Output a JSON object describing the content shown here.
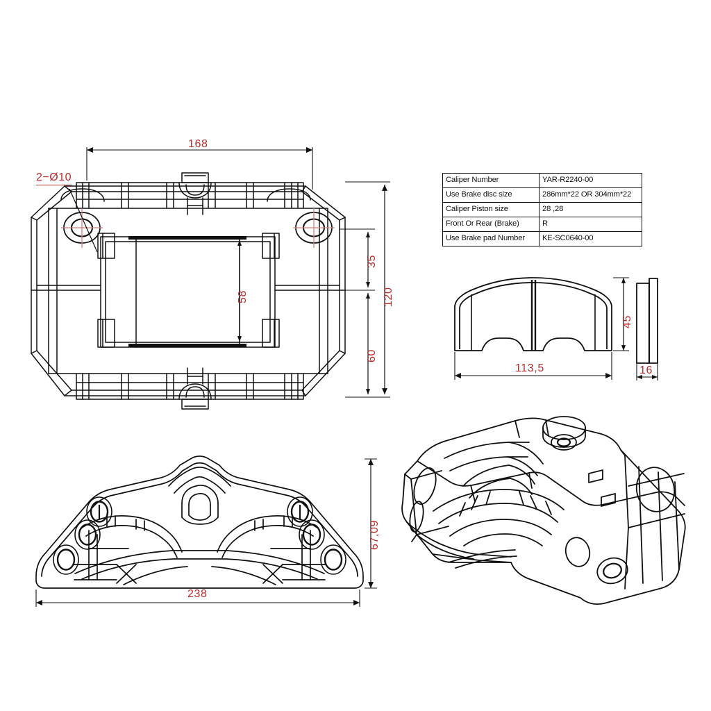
{
  "document": {
    "title": "Brake Caliper Technical Drawing",
    "background_color": "#ffffff",
    "line_color": "#101010",
    "dimension_color": "#b92b2b"
  },
  "spec_table": {
    "name": "caliper-specification-table",
    "rows": [
      {
        "label": "Caliper Number",
        "value": "YAR-R2240-00"
      },
      {
        "label": "Use Brake disc  size",
        "value": "286mm*22 OR 304mm*22"
      },
      {
        "label": "Caliper Piston size",
        "value": "28 ,28"
      },
      {
        "label": "Front Or Rear (Brake)",
        "value": "R"
      },
      {
        "label": "Use Brake  pad Number",
        "value": "KE-SC0640-00"
      }
    ]
  },
  "views": {
    "top_view": {
      "name": "caliper-top-view",
      "dimensions": {
        "width_overall": "168",
        "height_overall": "120",
        "height_upper": "35",
        "height_lower": "60",
        "inner_opening_height": "58",
        "hole_callout": "2−Ø10"
      }
    },
    "pad_front_view": {
      "name": "brake-pad-front-view",
      "dimensions": {
        "width": "113,5",
        "height": "45"
      }
    },
    "pad_side_view": {
      "name": "brake-pad-side-view",
      "dimensions": {
        "thickness": "16"
      }
    },
    "caliper_side_view": {
      "name": "caliper-side-view",
      "dimensions": {
        "length": "238",
        "height": "67,09"
      }
    },
    "iso_view": {
      "name": "caliper-isometric-view",
      "dimensions": {}
    }
  }
}
